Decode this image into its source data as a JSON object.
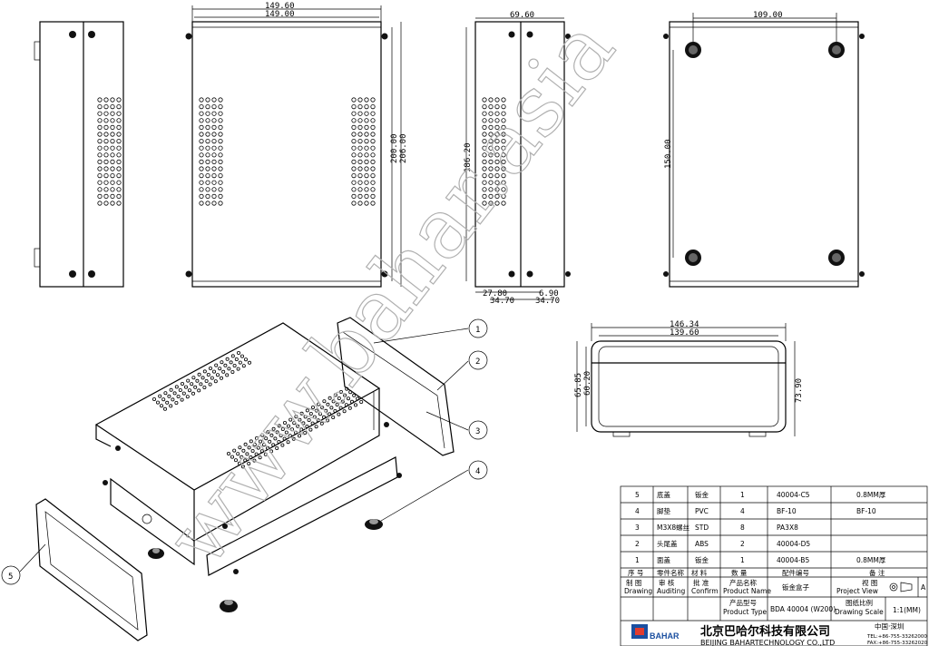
{
  "watermark": "www.bahar.asia",
  "dimensions": {
    "front_width_outer": "149.60",
    "front_width_inner": "149.00",
    "front_height_a": "200.00",
    "front_height_b": "206.00",
    "side_width": "69.60",
    "side_height": "186.20",
    "side_bottom_a": "27.80",
    "side_bottom_b": "6.90",
    "side_bottom_c": "34.70",
    "side_bottom_d": "34.70",
    "bottom_hole_spacing_x": "109.00",
    "bottom_hole_spacing_y": "150.00",
    "end_width_outer": "146.34",
    "end_width_inner": "139.60",
    "end_height_a": "65.85",
    "end_height_b": "60.20",
    "end_height_total": "73.90"
  },
  "callouts": [
    "1",
    "2",
    "3",
    "4",
    "5"
  ],
  "bom": {
    "rows": [
      {
        "no": "5",
        "name": "底盖",
        "material": "钣金",
        "qty": "1",
        "code": "40004-C5",
        "note": "0.8MM厚"
      },
      {
        "no": "4",
        "name": "脚垫",
        "material": "PVC",
        "qty": "4",
        "code": "BF-10",
        "note": "BF-10"
      },
      {
        "no": "3",
        "name": "M3X8螺丝",
        "material": "STD",
        "qty": "8",
        "code": "PA3X8",
        "note": ""
      },
      {
        "no": "2",
        "name": "头尾盖",
        "material": "ABS",
        "qty": "2",
        "code": "40004-D5",
        "note": ""
      },
      {
        "no": "1",
        "name": "面盖",
        "material": "钣金",
        "qty": "1",
        "code": "40004-B5",
        "note": "0.8MM厚"
      }
    ],
    "header": {
      "no": "序 号",
      "name": "零件名称",
      "material": "材 料",
      "qty": "数 量",
      "code": "配件编号",
      "note": "备 注"
    }
  },
  "title_block": {
    "drawing": "制 图",
    "drawing_en": "Drawing",
    "auditing": "审 核",
    "auditing_en": "Auditing",
    "confirm": "批 准",
    "confirm_en": "Confirm",
    "product_name_label": "产品名称",
    "product_name_label_en": "Product Name",
    "product_name": "钣金盒子",
    "project_view": "视 图",
    "project_view_en": "Project View",
    "sheet": "A",
    "product_type_label": "产品型号",
    "product_type_label_en": "Product Type",
    "product_type": "BDA 40004 (W200)",
    "scale_label": "图纸比例",
    "scale_label_en": "Drawing Scale",
    "scale": "1:1(MM)",
    "company_cn": "北京巴哈尔科技有限公司",
    "company_en": "BEIJING BAHARTECHNOLOGY CO.,LTD",
    "logo_text": "BAHAR",
    "location": "中国·深圳",
    "tel": "TEL:+86-755-33262000",
    "fax": "FAX:+86-755-33262020"
  }
}
